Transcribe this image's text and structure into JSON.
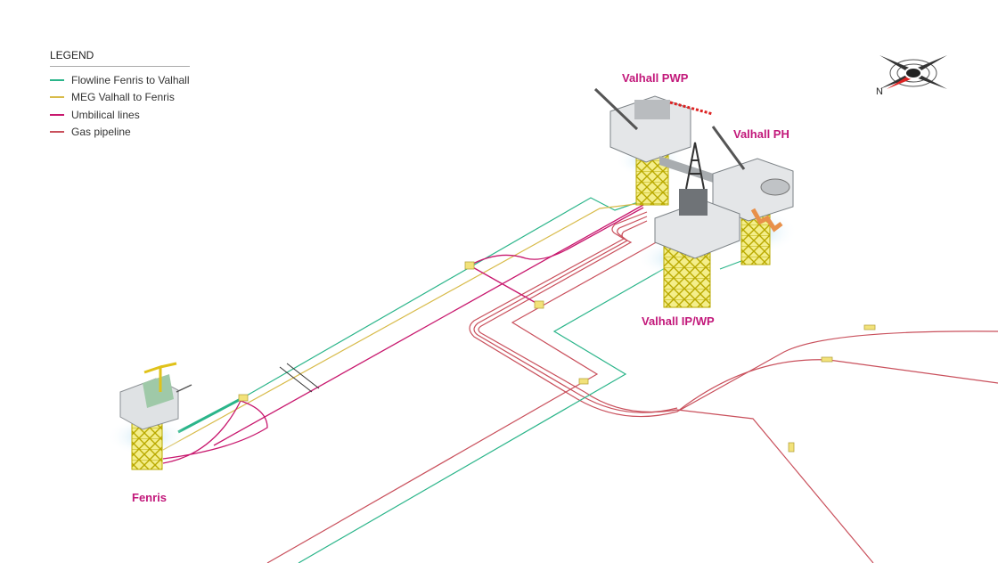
{
  "legend": {
    "title": "LEGEND",
    "items": [
      {
        "label": "Flowline Fenris to Valhall",
        "color": "#2bb58a"
      },
      {
        "label": "MEG Valhall to Fenris",
        "color": "#d8bb4a"
      },
      {
        "label": "Umbilical lines",
        "color": "#c8186e"
      },
      {
        "label": "Gas pipeline",
        "color": "#c9505c"
      }
    ]
  },
  "platforms": {
    "pwp": "Valhall PWP",
    "ph": "Valhall PH",
    "ipwp": "Valhall IP/WP",
    "fenris": "Fenris"
  },
  "compass": {
    "icon": "compass-rose-icon",
    "north": "N"
  },
  "colors": {
    "label": "#c2187a",
    "jacket": "#e8dc2a",
    "deck": "#cfd2d4"
  }
}
